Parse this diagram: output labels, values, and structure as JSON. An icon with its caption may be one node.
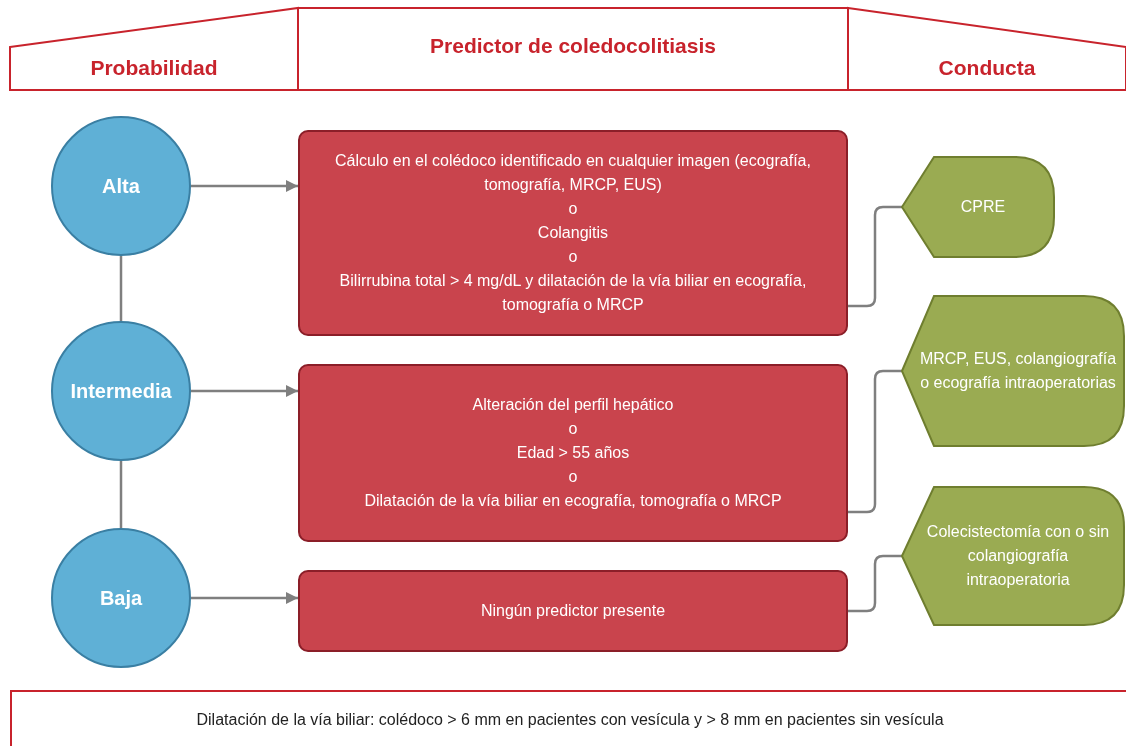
{
  "diagram": {
    "nodes": [
      {
        "text": [
          "Probabilidad"
        ]
      },
      {
        "text": [
          "Predictor de coledocolitiasis"
        ]
      },
      {
        "text": [
          "Conducta"
        ]
      },
      {
        "text": [
          "Alta"
        ]
      },
      {
        "text": [
          "Intermedia"
        ]
      },
      {
        "text": [
          "Baja"
        ]
      },
      {
        "text": [
          "Cálculo en el colédoco identificado en cualquier imagen (ecografía, tomografía, MRCP, EUS)",
          "o",
          "Colangitis",
          "o",
          "Bilirrubina total > 4 mg/dL y dilatación de la vía biliar en ecografía, tomografía o MRCP"
        ]
      },
      {
        "text": [
          "Alteración del perfil hepático",
          "o",
          "Edad > 55 años",
          "o",
          "Dilatación de la vía biliar en ecografía, tomografía o MRCP"
        ]
      },
      {
        "text": [
          "Ningún predictor presente"
        ]
      },
      {
        "text": [
          "CPRE"
        ]
      },
      {
        "text": [
          "MRCP, EUS, colangiografía o ecografía intraoperatorias"
        ]
      },
      {
        "text": [
          "Colecistectomía con o sin colangiografía intraoperatoria"
        ]
      },
      {
        "text": [
          "Dilatación de la vía biliar: colédoco > 6 mm en pacientes con vesícula y > 8 mm en pacientes sin vesícula"
        ]
      }
    ],
    "edges": [
      {
        "from": 3,
        "to": 6,
        "arrow": "to"
      },
      {
        "from": 4,
        "to": 7,
        "arrow": "to"
      },
      {
        "from": 5,
        "to": 8,
        "arrow": "to"
      },
      {
        "from": 3,
        "to": 4,
        "arrow": "none"
      },
      {
        "from": 4,
        "to": 5,
        "arrow": "none"
      },
      {
        "from": 6,
        "to": 9,
        "arrow": "none"
      },
      {
        "from": 7,
        "to": 10,
        "arrow": "none"
      },
      {
        "from": 8,
        "to": 11,
        "arrow": "none"
      }
    ]
  }
}
